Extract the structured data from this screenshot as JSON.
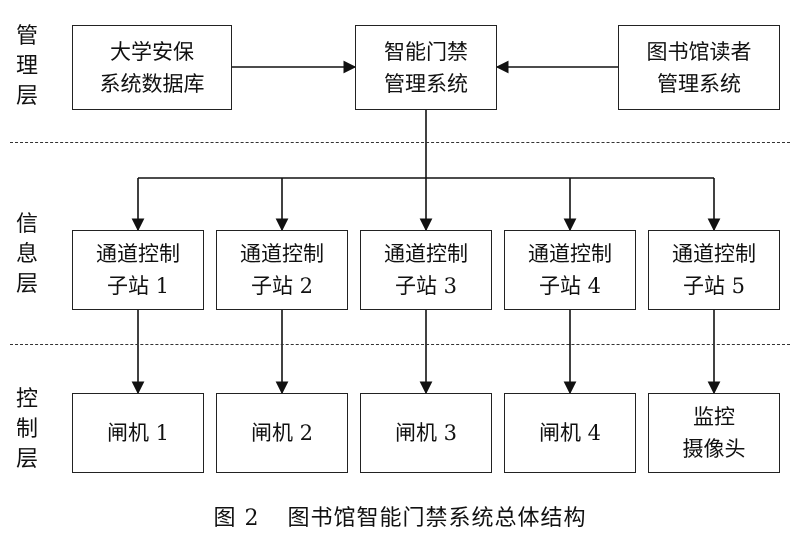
{
  "layers": {
    "management": [
      "管",
      "理",
      "层"
    ],
    "information": [
      "信",
      "息",
      "层"
    ],
    "control": [
      "控",
      "制",
      "层"
    ]
  },
  "management": {
    "security_db": "大学安保\n系统数据库",
    "access_system": "智能门禁\n管理系统",
    "reader_system": "图书馆读者\n管理系统"
  },
  "substations": [
    "通道控制\n子站 1",
    "通道控制\n子站 2",
    "通道控制\n子站 3",
    "通道控制\n子站 4",
    "通道控制\n子站 5"
  ],
  "devices": [
    "闸机 1",
    "闸机 2",
    "闸机 3",
    "闸机 4",
    "监控\n摄像头"
  ],
  "caption": {
    "number": "图 2",
    "title": "图书馆智能门禁系统总体结构"
  }
}
